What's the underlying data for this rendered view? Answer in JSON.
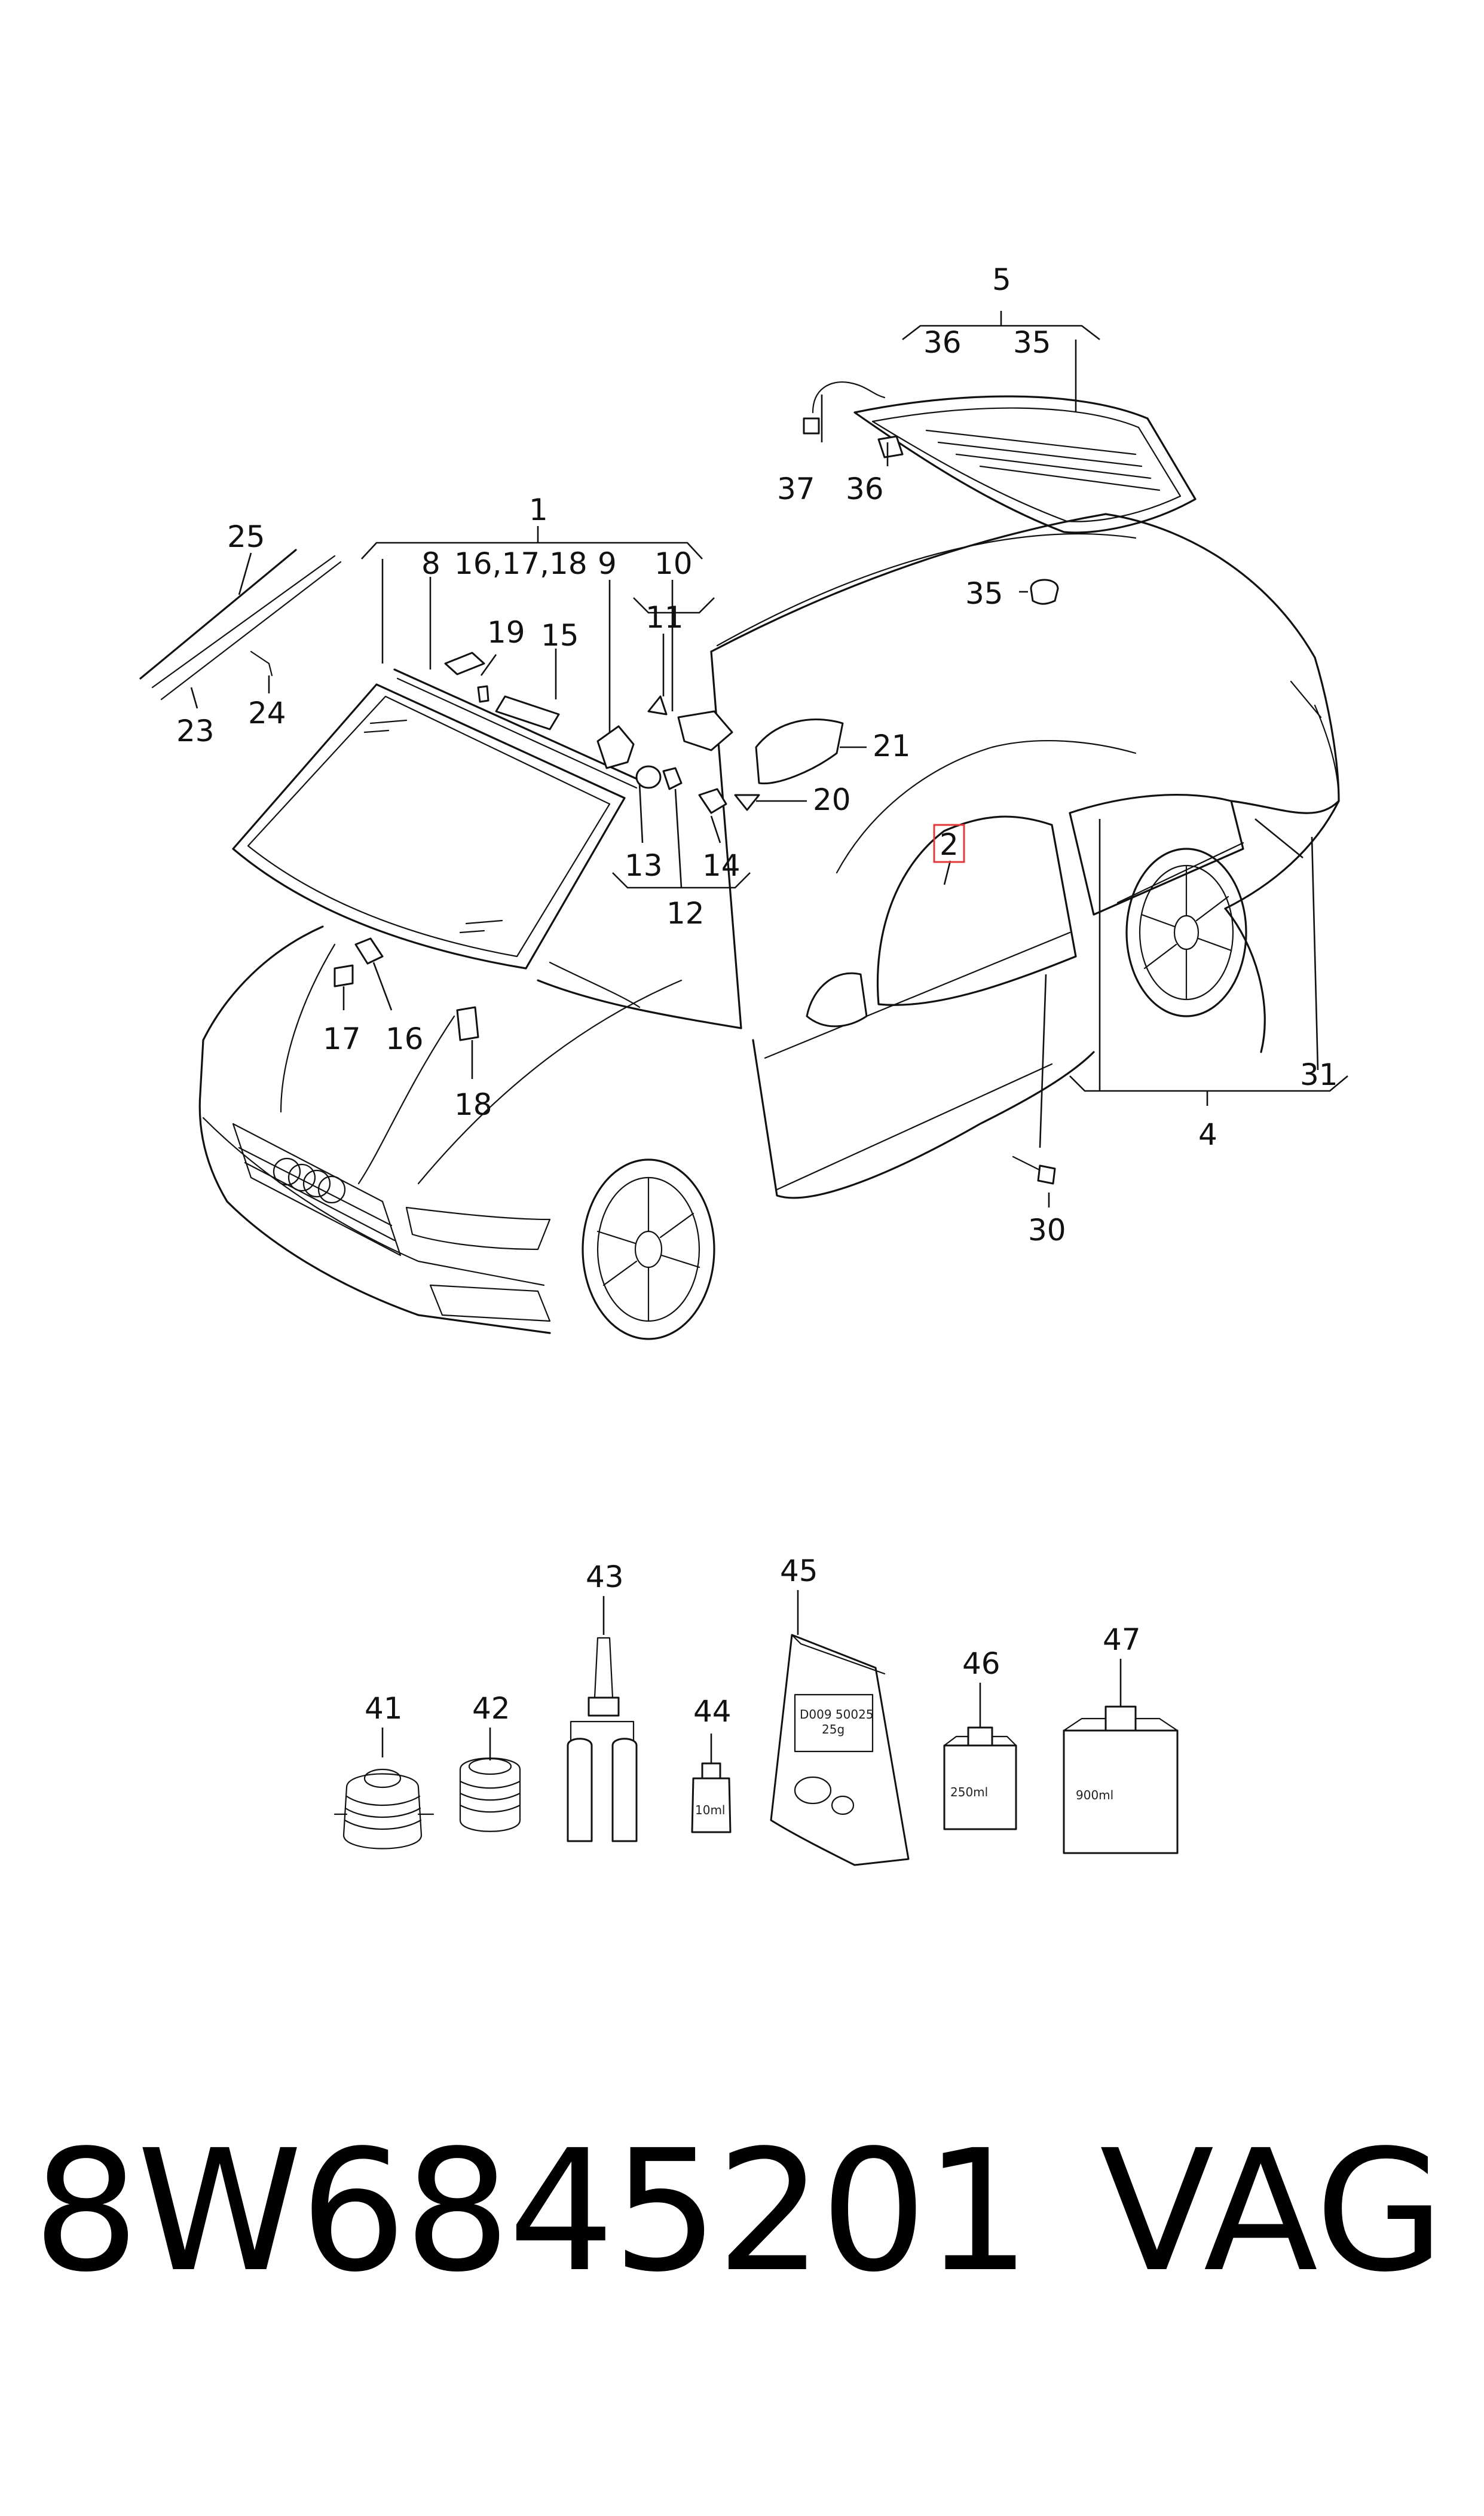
{
  "labels": {
    "l1": "1",
    "l2": "2",
    "l4": "4",
    "l5": "5",
    "l8": "8",
    "l9": "9",
    "l10": "10",
    "l11": "11",
    "l12": "12",
    "l13": "13",
    "l14": "14",
    "l15": "15",
    "l16a": "16,17,18",
    "l16": "16",
    "l17": "17",
    "l18": "18",
    "l19": "19",
    "l20": "20",
    "l21": "21",
    "l23": "23",
    "l24": "24",
    "l25": "25",
    "l30": "30",
    "l31": "31",
    "l35a": "35",
    "l35b": "35",
    "l36a": "36",
    "l36b": "36",
    "l37": "37",
    "l41": "41",
    "l42": "42",
    "l43": "43",
    "l44": "44",
    "l45": "45",
    "l46": "46",
    "l47": "47"
  },
  "package_text": {
    "bag_line1": "D009 50025",
    "bag_line2": "25g",
    "bottle_small": "10ml",
    "bottle_250": "250ml",
    "bottle_900": "900ml"
  },
  "footer": {
    "part_number": "8W6845201",
    "brand": "VAG"
  },
  "colors": {
    "line": "#111111",
    "highlight_box": "#e23a3a"
  }
}
